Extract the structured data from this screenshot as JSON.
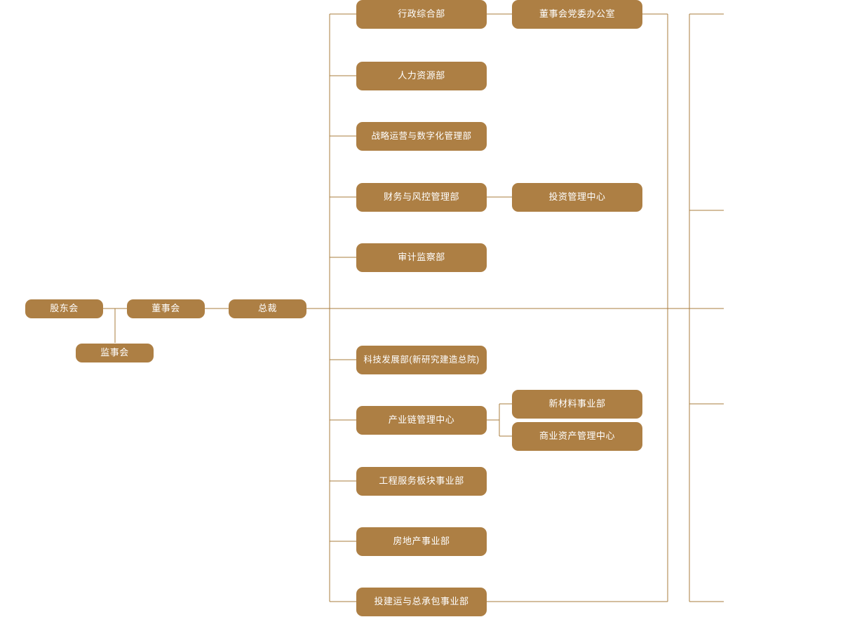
{
  "chart_title": "",
  "theme": {
    "node_fill": "#ad7f44",
    "node_text": "#ffffff",
    "connector_color": "#a87c3d",
    "background": "#ffffff"
  },
  "governance": {
    "shareholders_meeting": "股东会",
    "board_of_directors": "董事会",
    "supervisory_board": "监事会",
    "president": "总裁"
  },
  "board_office": {
    "label": "董事会党委办公室"
  },
  "upper_departments": [
    {
      "label": "行政综合部"
    },
    {
      "label": "人力资源部"
    },
    {
      "label": "战略运营与数字化管理部"
    },
    {
      "label": "财务与风控管理部"
    },
    {
      "label": "审计监察部"
    }
  ],
  "upper_subunits": [
    {
      "label": "投资管理中心",
      "parent": "财务与风控管理部"
    }
  ],
  "lower_departments": [
    {
      "label": "科技发展部(新研究建造总院)"
    },
    {
      "label": "产业链管理中心"
    },
    {
      "label": "工程服务板块事业部"
    },
    {
      "label": "房地产事业部"
    },
    {
      "label": "投建运与总承包事业部"
    }
  ],
  "lower_subunits": [
    {
      "label": "新材料事业部",
      "parent": "产业链管理中心"
    },
    {
      "label": "商业资产管理中心",
      "parent": "产业链管理中心"
    }
  ]
}
